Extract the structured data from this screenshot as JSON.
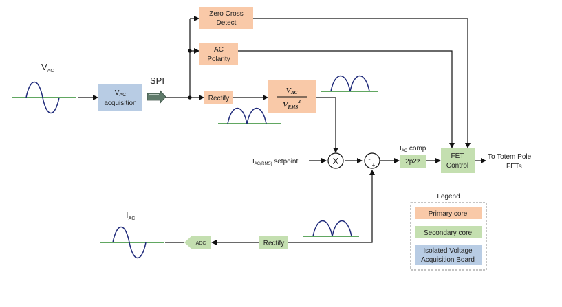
{
  "colors": {
    "primary_core": "#f9c9a8",
    "secondary_core": "#c4dfb0",
    "isolated_board": "#b8cce4",
    "wave_blue": "#1f2a7a",
    "axis_green": "#2d8a2d"
  },
  "signals": {
    "vac": "V",
    "vac_sub": "AC",
    "iac": "I",
    "iac_sub": "AC",
    "spi": "SPI",
    "iac_setpoint_pre": "I",
    "iac_setpoint_sub": "AC(RMS)",
    "iac_setpoint_post": " setpoint",
    "iac_comp_pre": "I",
    "iac_comp_sub": "AC",
    "iac_comp_post": " comp",
    "output_line1": "To Totem Pole",
    "output_line2": "FETs"
  },
  "blocks": {
    "vac_acq_pre": "V",
    "vac_acq_sub": "AC",
    "vac_acq_line2": "acquisition",
    "zero_cross_line1": "Zero Cross",
    "zero_cross_line2": "Detect",
    "ac_polarity_line1": "AC",
    "ac_polarity_line2": "Polarity",
    "rectify_top": "Rectify",
    "ratio_num": "V",
    "ratio_num_sub": "AC",
    "ratio_den": "V",
    "ratio_den_sub": "RMS",
    "ratio_den_sup": "2",
    "comp_2p2z": "2p2z",
    "fet_line1": "FET",
    "fet_line2": "Control",
    "adc": "ADC",
    "rectify_bottom": "Rectify",
    "multiplier": "X",
    "sum_minus": "-",
    "sum_plus": "+"
  },
  "legend": {
    "title": "Legend",
    "items": [
      {
        "label": "Primary core"
      },
      {
        "label": "Secondary core"
      },
      {
        "label_line1": "Isolated Voltage",
        "label_line2": "Acquisition Board"
      }
    ]
  }
}
